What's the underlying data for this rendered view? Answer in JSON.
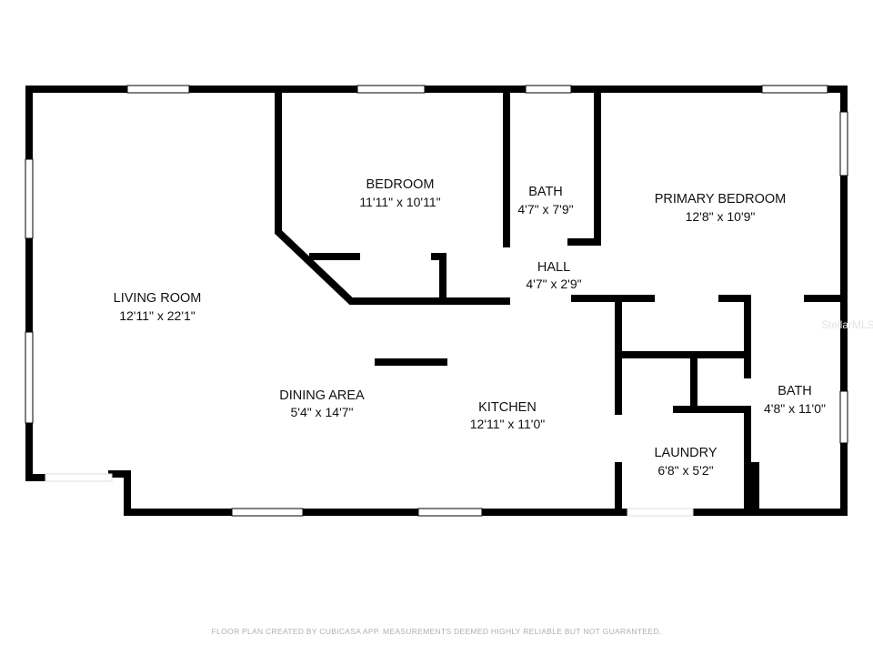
{
  "rooms": [
    {
      "name": "LIVING ROOM",
      "size": "12'11\" x 22'1\""
    },
    {
      "name": "BEDROOM",
      "size": "11'11\" x 10'11\""
    },
    {
      "name": "BATH",
      "size": "4'7\" x 7'9\""
    },
    {
      "name": "PRIMARY BEDROOM",
      "size": "12'8\" x 10'9\""
    },
    {
      "name": "HALL",
      "size": "4'7\" x 2'9\""
    },
    {
      "name": "DINING AREA",
      "size": "5'4\" x 14'7\""
    },
    {
      "name": "KITCHEN",
      "size": "12'11\" x 11'0\""
    },
    {
      "name": "LAUNDRY",
      "size": "6'8\" x 5'2\""
    },
    {
      "name": "BATH",
      "size": "4'8\" x 11'0\""
    }
  ],
  "footer": "FLOOR PLAN CREATED BY CUBICASA APP. MEASUREMENTS DEEMED HIGHLY RELIABLE BUT NOT GUARANTEED.",
  "watermark": "StellarMLS",
  "colors": {
    "wall": "#000000",
    "background": "#ffffff",
    "footer_text": "#b0b0b0"
  }
}
